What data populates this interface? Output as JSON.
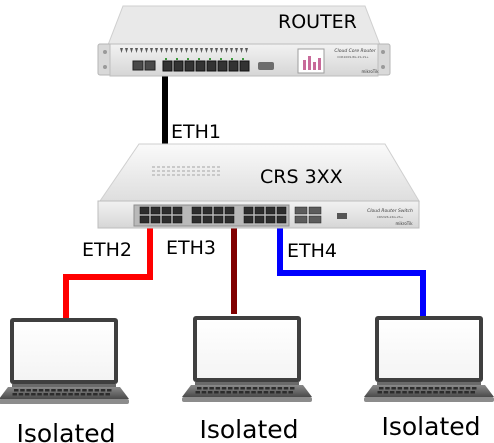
{
  "devices": {
    "router": {
      "label": "ROUTER",
      "brand_text": "Cloud Core Router",
      "model_text": "CCR1009-8G-1S-1S+"
    },
    "switch": {
      "label": "CRS 3XX",
      "brand_text": "Cloud Router Switch",
      "model_text": "CRS326-24G-2S+"
    }
  },
  "links": [
    {
      "label": "ETH1",
      "color": "#000000"
    },
    {
      "label": "ETH2",
      "color": "#ff0000"
    },
    {
      "label": "ETH3",
      "color": "#800000"
    },
    {
      "label": "ETH4",
      "color": "#0000ff"
    }
  ],
  "laptops": [
    {
      "label": "Isolated"
    },
    {
      "label": "Isolated"
    },
    {
      "label": "Isolated"
    }
  ]
}
